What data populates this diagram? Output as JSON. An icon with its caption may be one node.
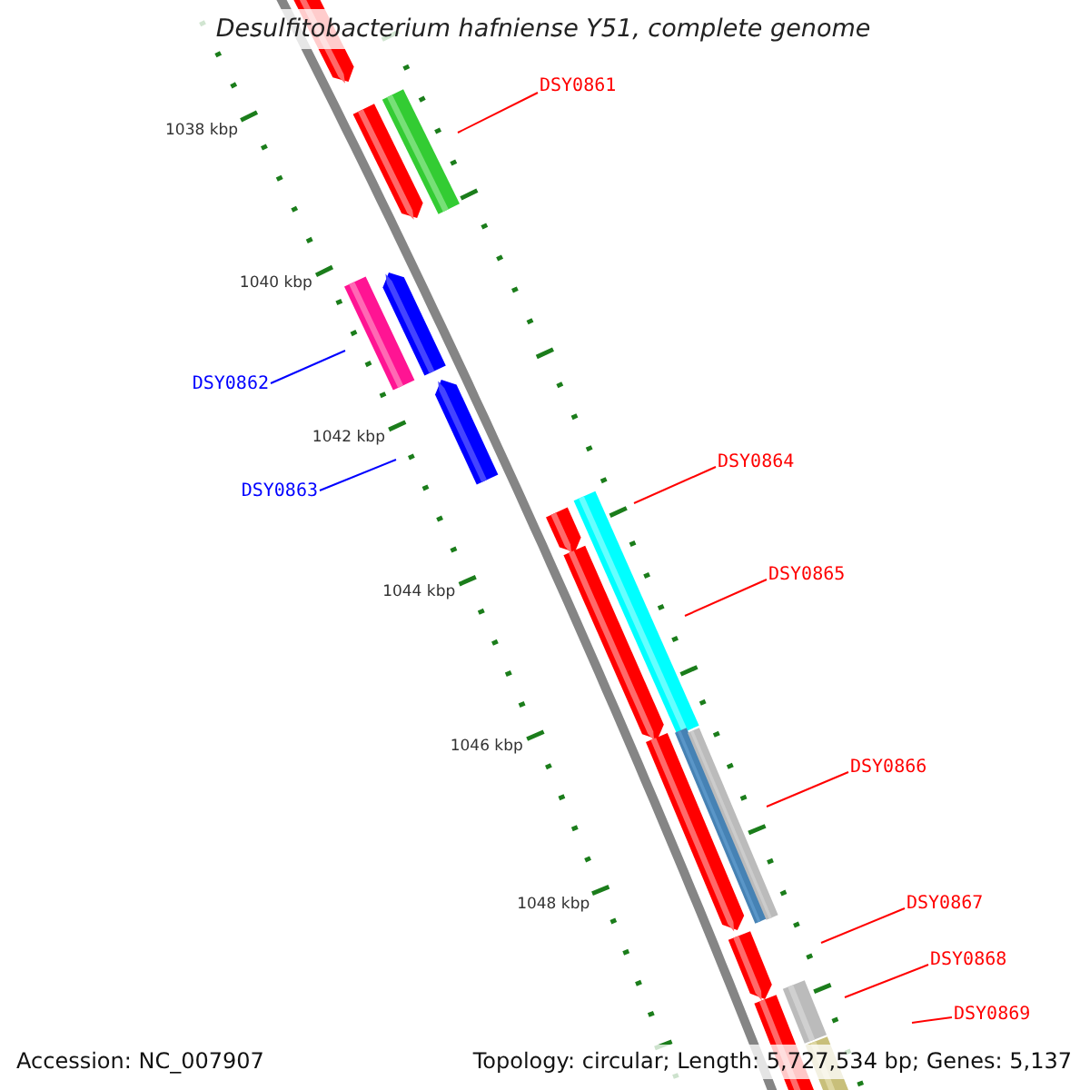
{
  "diagram": {
    "title": "Desulfitobacterium hafniense Y51, complete genome",
    "nodes": [
      {
        "text": [
          "DSY0861"
        ]
      },
      {
        "text": [
          "DSY0862"
        ]
      },
      {
        "text": [
          "DSY0863"
        ]
      },
      {
        "text": [
          "DSY0864"
        ]
      },
      {
        "text": [
          "DSY0865"
        ]
      },
      {
        "text": [
          "DSY0866"
        ]
      },
      {
        "text": [
          "DSY0867"
        ]
      },
      {
        "text": [
          "DSY0868"
        ]
      },
      {
        "text": [
          "DSY0869"
        ]
      }
    ],
    "edges": [
      {
        "from": 0,
        "to": null,
        "arrow": "none"
      },
      {
        "from": 1,
        "to": null,
        "arrow": "none",
        "color": "#0000ff"
      },
      {
        "from": 2,
        "to": null,
        "arrow": "none",
        "color": "#0000ff"
      },
      {
        "from": 3,
        "to": null,
        "arrow": "none"
      },
      {
        "from": 4,
        "to": null,
        "arrow": "none"
      },
      {
        "from": 5,
        "to": null,
        "arrow": "none"
      },
      {
        "from": 6,
        "to": null,
        "arrow": "none"
      },
      {
        "from": 7,
        "to": null,
        "arrow": "none"
      },
      {
        "from": 8,
        "to": null,
        "arrow": "none"
      }
    ],
    "labels": [
      "1038 kbp",
      "1040 kbp",
      "1042 kbp",
      "1044 kbp",
      "1046 kbp",
      "1048 kbp",
      "Accession: NC_007907",
      "Topology: circular; Length: 5,727,534 bp; Genes: 5,137"
    ]
  }
}
